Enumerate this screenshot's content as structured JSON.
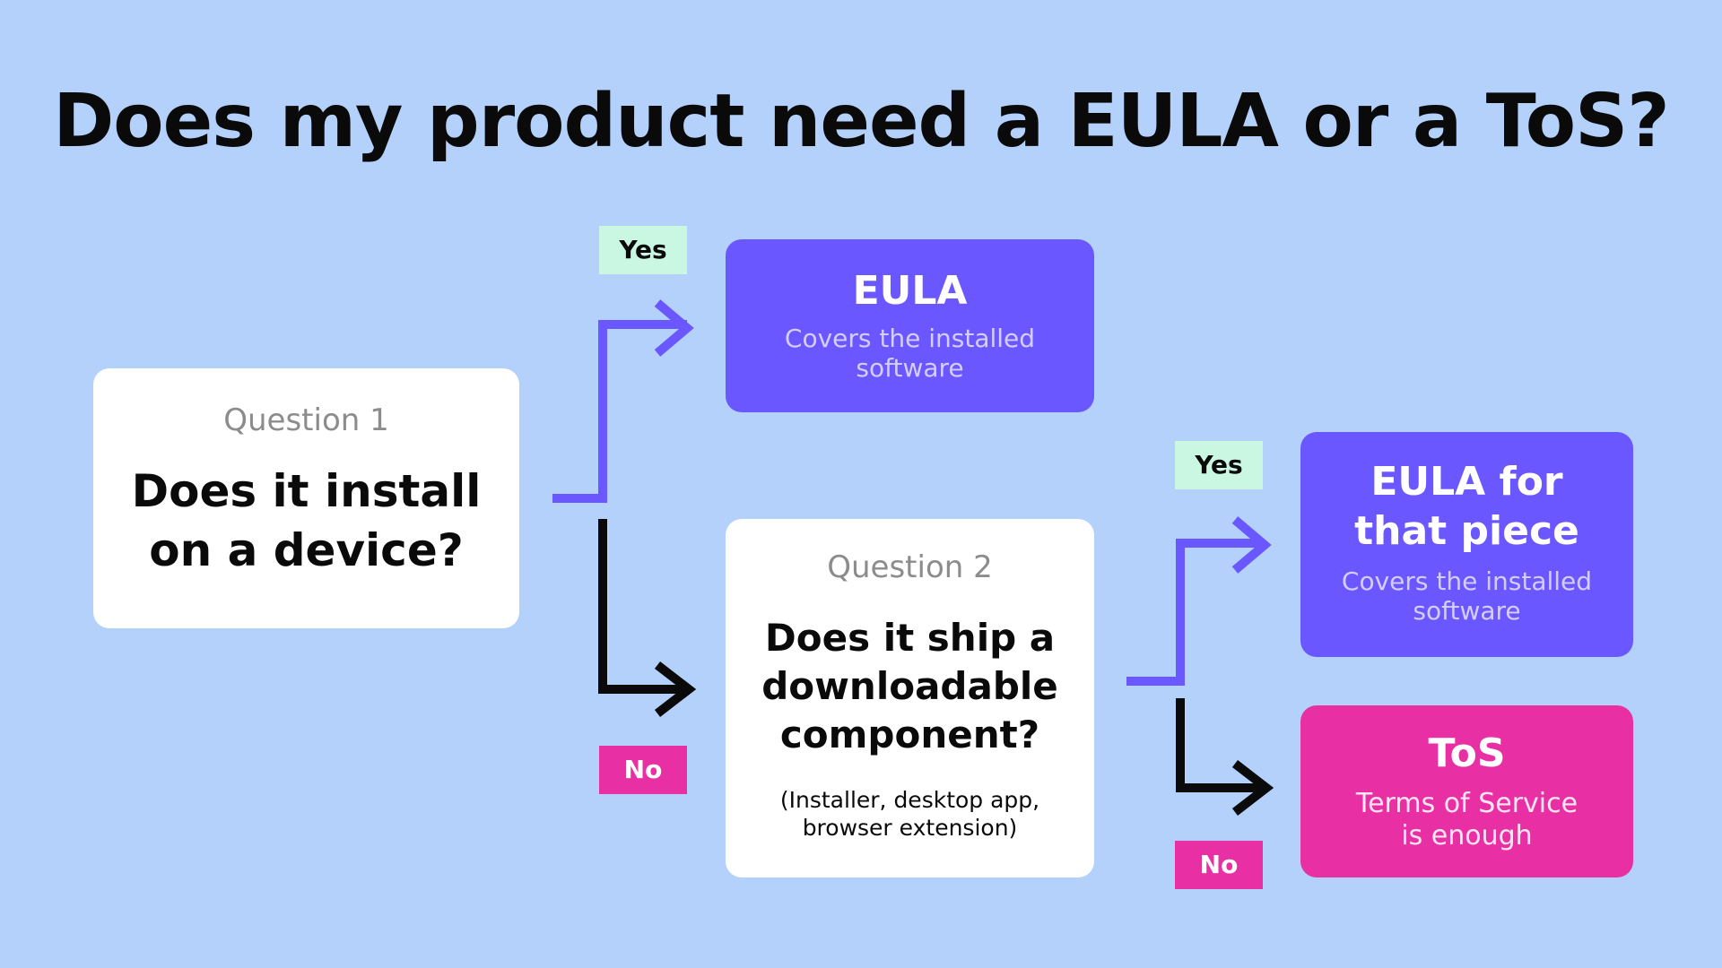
{
  "title": "Does my product need a EULA or a ToS?",
  "question1": {
    "label": "Question 1",
    "text_line1": "Does it install",
    "text_line2": "on a device?"
  },
  "question2": {
    "label": "Question 2",
    "text_line1": "Does it ship a",
    "text_line2": "downloadable",
    "text_line3": "component?",
    "note_line1": "(Installer, desktop app,",
    "note_line2": "browser extension)"
  },
  "outcome_eula": {
    "title": "EULA",
    "sub_line1": "Covers the installed",
    "sub_line2": "software"
  },
  "outcome_eula_piece": {
    "title_line1": "EULA for",
    "title_line2": "that piece",
    "sub_line1": "Covers the installed",
    "sub_line2": "software"
  },
  "outcome_tos": {
    "title": "ToS",
    "sub_line1": "Terms of Service",
    "sub_line2": "is enough"
  },
  "tags": {
    "yes1": "Yes",
    "no1": "No",
    "yes2": "Yes",
    "no2": "No"
  },
  "colors": {
    "background": "#b3d1fb",
    "purple": "#6b57ff",
    "pink": "#e82fa3",
    "yes_tag": "#c9f7e2",
    "arrow_dark": "#0a0a0a"
  }
}
